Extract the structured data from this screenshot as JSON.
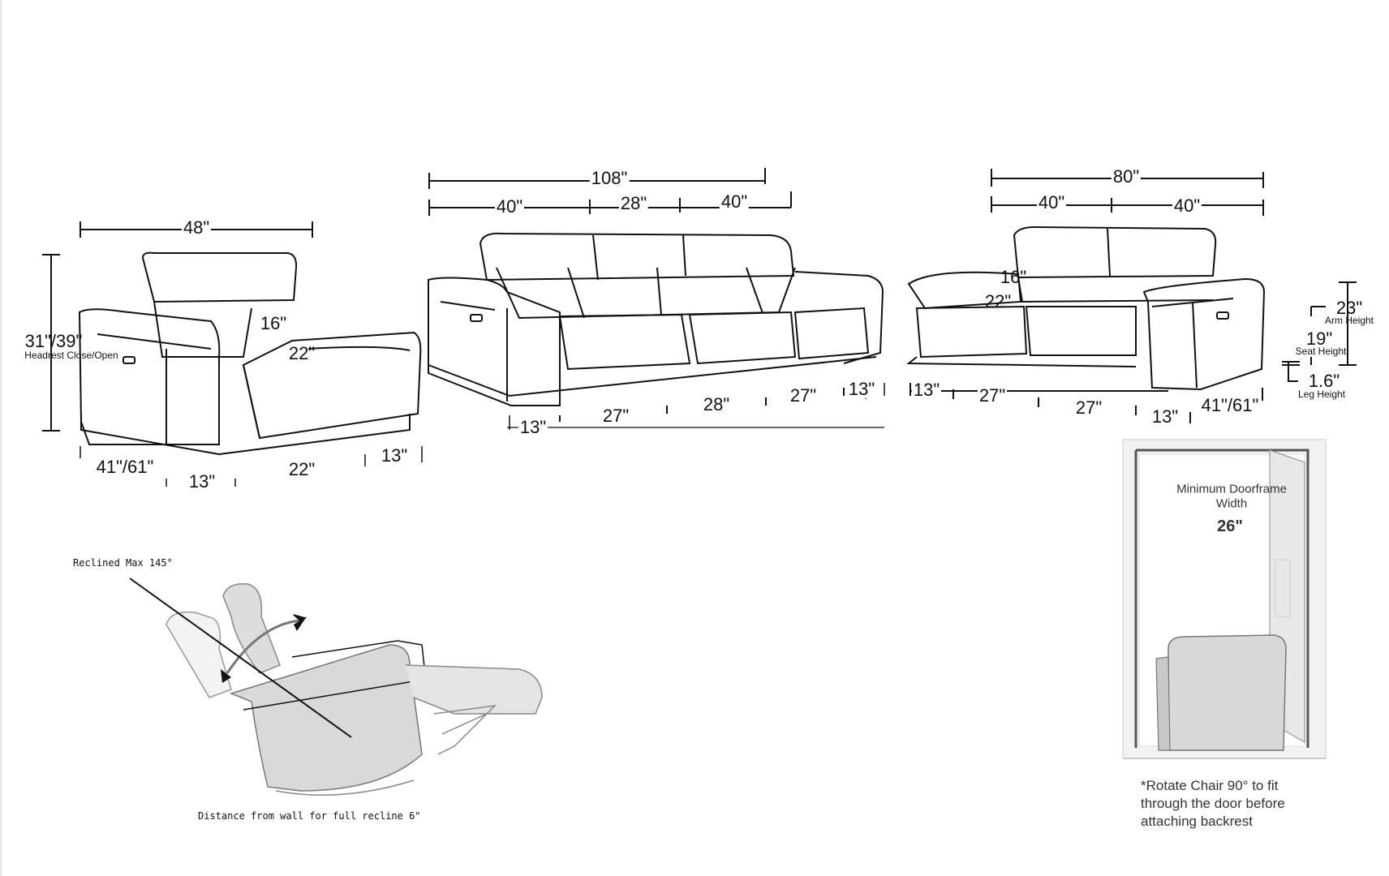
{
  "chair": {
    "width": "48\"",
    "height": "31\"/39\"",
    "height_caption": "Headrest Close/Open",
    "back_height": "16\"",
    "seat_depth": "22\"",
    "depth": "41\"/61\"",
    "arm_left": "13\"",
    "seat_width": "22\"",
    "arm_right": "13\""
  },
  "sofa": {
    "total_width": "108\"",
    "section_left": "40\"",
    "section_middle": "28\"",
    "section_right": "40\"",
    "arm_left": "13\"",
    "seat_left": "27\"",
    "seat_middle": "28\"",
    "seat_right": "27\"",
    "arm_right": "13\""
  },
  "loveseat": {
    "total_width": "80\"",
    "section_left": "40\"",
    "section_right": "40\"",
    "back_height": "16\"",
    "seat_depth": "22\"",
    "arm_left": "13\"",
    "seat_left": "27\"",
    "seat_right": "27\"",
    "arm_right": "13\"",
    "depth": "41\"/61\""
  },
  "heights": {
    "arm_value": "23\"",
    "arm_label": "Arm Height",
    "seat_value": "19\"",
    "seat_label": "Seat Height",
    "leg_value": "1.6\"",
    "leg_label": "Leg Height"
  },
  "recline": {
    "angle_label": "Reclined Max 145°",
    "wall_distance_label": "Distance from wall for full recline 6\""
  },
  "doorframe": {
    "title_line1": "Minimum Doorframe",
    "title_line2": "Width",
    "value": "26\"",
    "note_line1": "*Rotate Chair 90° to fit",
    "note_line2": "through the door before",
    "note_line3": "attaching backrest"
  }
}
